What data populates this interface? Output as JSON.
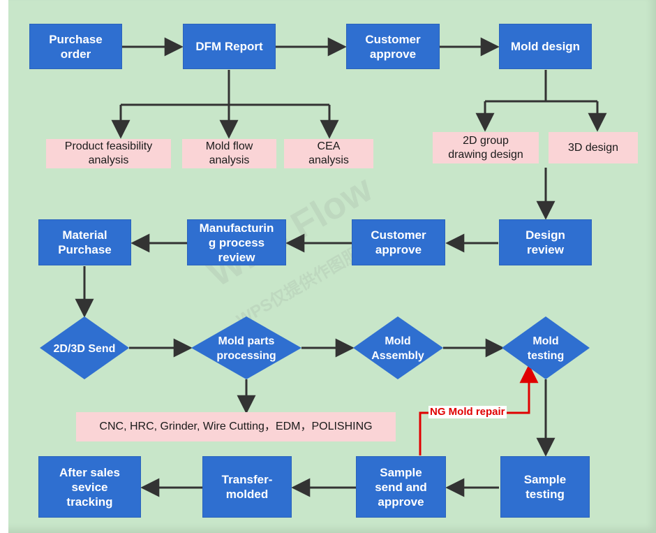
{
  "nodes": {
    "purchase_order": "Purchase\norder",
    "dfm_report": "DFM Report",
    "customer_approve_1": "Customer\napprove",
    "mold_design": "Mold design",
    "product_feasibility": "Product feasibility\nanalysis",
    "mold_flow": "Mold flow\nanalysis",
    "cea_analysis": "CEA\nanalysis",
    "drawing_2d": "2D group\ndrawing design",
    "design_3d": "3D design",
    "material_purchase": "Material\nPurchase",
    "manufacturing_review": "Manufacturin\ng process\nreview",
    "customer_approve_2": "Customer\napprove",
    "design_review": "Design\nreview",
    "send_2d3d": "2D/3D Send",
    "mold_parts_processing": "Mold parts\nprocessing",
    "mold_assembly": "Mold\nAssembly",
    "mold_testing": "Mold\ntesting",
    "processes": "CNC, HRC, Grinder, Wire Cutting，EDM，POLISHING",
    "after_sales": "After sales\nsevice\ntracking",
    "transfer_molded": "Transfer-\nmolded",
    "sample_send": "Sample\nsend and\napprove",
    "sample_testing": "Sample\ntesting"
  },
  "edges": {
    "ng_label": "NG Mold repair"
  },
  "watermark": {
    "line1": "WPS Flow",
    "line2": "WPS仅提供作图服务"
  },
  "colors": {
    "background": "#c8e6c9",
    "box_blue": "#2f6fd0",
    "box_pink": "#fad4d6",
    "arrow": "#333333",
    "ng_arrow": "#e00000"
  }
}
